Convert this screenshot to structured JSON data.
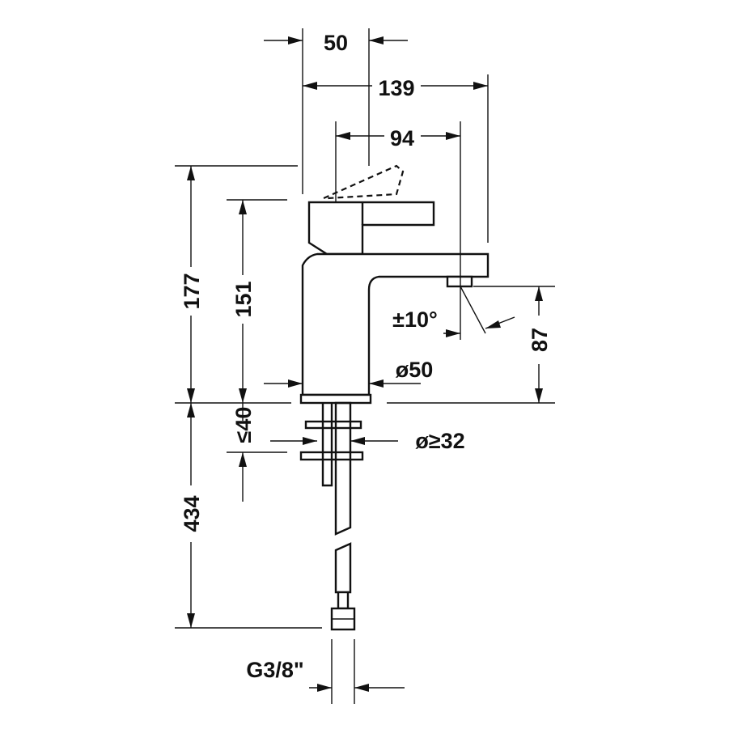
{
  "dimensions": {
    "top_width": "50",
    "overall_reach": "139",
    "spout_reach": "94",
    "total_height": "177",
    "spout_height": "151",
    "spout_angle": "±10°",
    "base_diameter": "ø50",
    "outlet_height": "87",
    "max_thickness": "≤40",
    "hole_diameter": "ø≥32",
    "hose_length": "434",
    "connection_thread": "G3/8\""
  },
  "colors": {
    "line": "#111111",
    "background": "#ffffff"
  }
}
